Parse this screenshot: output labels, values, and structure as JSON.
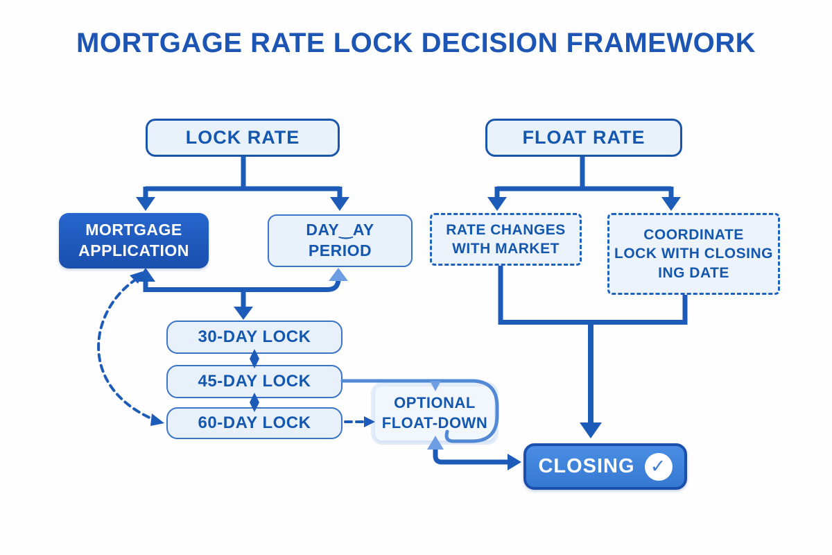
{
  "title": "MORTGAGE RATE LOCK DECISION FRAMEWORK",
  "colors": {
    "accent_blue": "#1d55b4",
    "box_fill_light": "#e9f1fb",
    "box_border": "#1a55ac",
    "dark_node_fill": "#1f5cc0",
    "closing_fill": "#4285dd",
    "arrow_blue": "#1d5bb8",
    "arrow_light_blue": "#6d9de2",
    "dashed_border": "#1e62c0"
  },
  "nodes": {
    "lock_rate": {
      "label": "LOCK RATE"
    },
    "float_rate": {
      "label": "FLOAT RATE"
    },
    "mortgage_application": {
      "line1": "MORTGAGE",
      "line2": "APPLICATION"
    },
    "day_period": {
      "line1": "DAY‿AY",
      "line2": "PERIOD"
    },
    "rate_changes": {
      "line1": "RATE CHANGES",
      "line2": "WITH MARKET"
    },
    "coordinate_lock": {
      "line1": "COORDINATE",
      "line2": "LOCK WITH CLOSING",
      "line3": "ING DATE"
    },
    "lock_30": {
      "label": "30-DAY LOCK"
    },
    "lock_45": {
      "label": "45-DAY LOCK"
    },
    "lock_60": {
      "label": "60-DAY LOCK"
    },
    "float_down": {
      "line1": "OPTIONAL",
      "line2": "FLOAT-DOWN"
    },
    "closing": {
      "label": "CLOSING",
      "icon_glyph": "✓"
    }
  }
}
